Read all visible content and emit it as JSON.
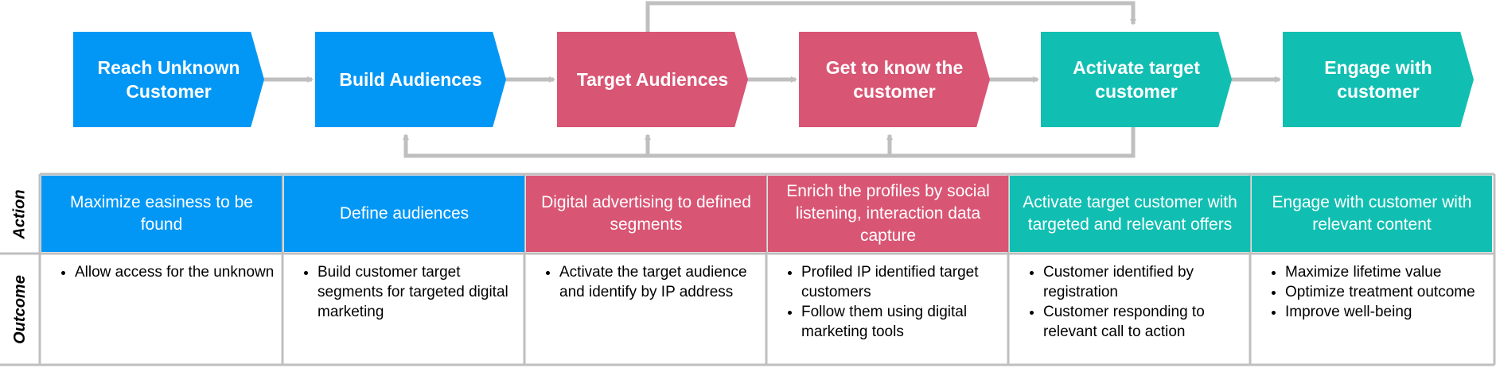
{
  "steps": [
    {
      "label": "Reach Unknown Customer",
      "color": "#0397f5"
    },
    {
      "label": "Build Audiences",
      "color": "#0397f5"
    },
    {
      "label": "Target Audiences",
      "color": "#d95574"
    },
    {
      "label": "Get to know the customer",
      "color": "#d95574"
    },
    {
      "label": "Activate target customer",
      "color": "#11bfb2"
    },
    {
      "label": "Engage with customer",
      "color": "#11bfb2"
    }
  ],
  "row_labels": {
    "action": "Action",
    "outcome": "Outcome"
  },
  "actions": [
    "Maximize easiness to be found",
    "Define audiences",
    "Digital advertising to defined segments",
    "Enrich the profiles by social listening,  interaction data capture",
    "Activate target customer with targeted and relevant offers",
    "Engage with customer with relevant content"
  ],
  "outcomes": [
    [
      "Allow access for the unknown"
    ],
    [
      "Build customer target segments for targeted digital marketing"
    ],
    [
      "Activate the target audience and identify by IP address"
    ],
    [
      "Profiled IP identified target customers",
      "Follow them using digital marketing tools"
    ],
    [
      "Customer identified by registration",
      "Customer responding to relevant call to action"
    ],
    [
      "Maximize lifetime value",
      "Optimize treatment outcome",
      "Improve well-being"
    ]
  ],
  "colors": {
    "connector": "#bfbfbf",
    "grid": "#bfbfbf",
    "blue": "#0397f5",
    "pink": "#d95574",
    "teal": "#11bfb2"
  }
}
